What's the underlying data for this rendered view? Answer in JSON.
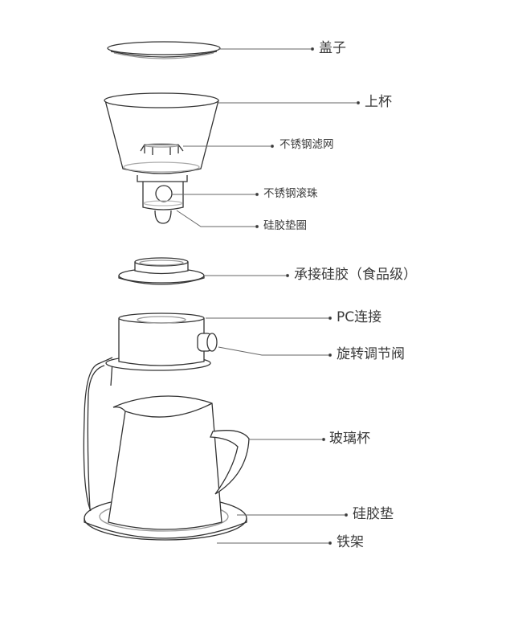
{
  "labels": {
    "lid": "盖子",
    "upper_cup": "上杯",
    "steel_filter": "不锈钢滤网",
    "steel_ball": "不锈钢滚珠",
    "silicone_ring": "硅胶垫圈",
    "silicone_holder": "承接硅胶（食品级）",
    "pc_connector": "PC连接",
    "rotary_valve": "旋转调节阀",
    "glass_cup": "玻璃杯",
    "silicone_pad": "硅胶垫",
    "iron_stand": "铁架"
  },
  "colors": {
    "line": "#333333",
    "leader": "#555555"
  }
}
